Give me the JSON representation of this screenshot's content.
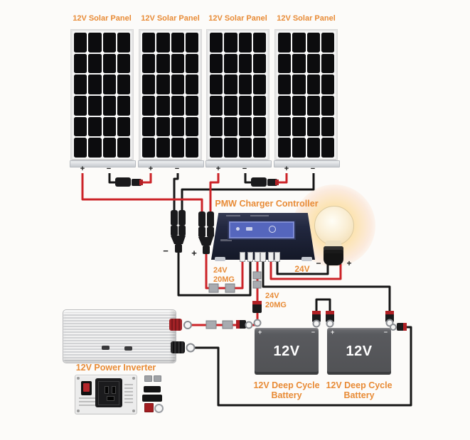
{
  "colors": {
    "accent_orange": "#e88b36",
    "wire_red": "#cc2328",
    "wire_black": "#161616",
    "battery_gray": "#565a5e",
    "controller_navy": "#1d2236",
    "screen_blue": "#5566bd",
    "background": "#fcfbf9"
  },
  "panels": {
    "cols": 4,
    "rows": 6,
    "plus": "+",
    "minus": "−",
    "items": [
      {
        "label": "12V Solar Panel"
      },
      {
        "label": "12V Solar Panel"
      },
      {
        "label": "12V Solar Panel"
      },
      {
        "label": "12V Solar Panel"
      }
    ]
  },
  "pv_output": {
    "minus": "−",
    "plus": "+"
  },
  "controller": {
    "label": "PMW Charger Controller"
  },
  "fuse_labels": [
    {
      "line1": "24V",
      "line2": "20MG"
    },
    {
      "line1": "24V",
      "line2": "20MG"
    }
  ],
  "load": {
    "label": "24V",
    "minus": "−",
    "plus": "+"
  },
  "inverter": {
    "label": "12V Power Inverter"
  },
  "batteries": {
    "plus": "+",
    "minus": "−",
    "items": [
      {
        "voltage": "12V",
        "caption_line1": "12V Deep Cycle",
        "caption_line2": "Battery"
      },
      {
        "voltage": "12V",
        "caption_line1": "12V Deep Cycle",
        "caption_line2": "Battery"
      }
    ]
  }
}
